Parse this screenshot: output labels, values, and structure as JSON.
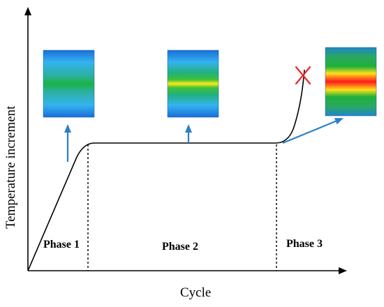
{
  "axes": {
    "x_label": "Cycle",
    "y_label": "Temperature increment"
  },
  "phases": [
    {
      "label": "Phase 1"
    },
    {
      "label": "Phase 2"
    },
    {
      "label": "Phase 3"
    }
  ],
  "colors": {
    "curve": "#000000",
    "arrow": "#2a7fc9",
    "failure_mark": "#e8262b",
    "thermal_base": "#1f7ee0",
    "thermal_mid": "#1ab35a",
    "thermal_hot": "#ffe01a",
    "thermal_peak": "#ff1a1a"
  },
  "thermal_images": [
    {
      "phase": "Phase 1",
      "intensity": "low"
    },
    {
      "phase": "Phase 2",
      "intensity": "medium"
    },
    {
      "phase": "Phase 3",
      "intensity": "high"
    }
  ],
  "failure_icon": "x-mark-icon"
}
